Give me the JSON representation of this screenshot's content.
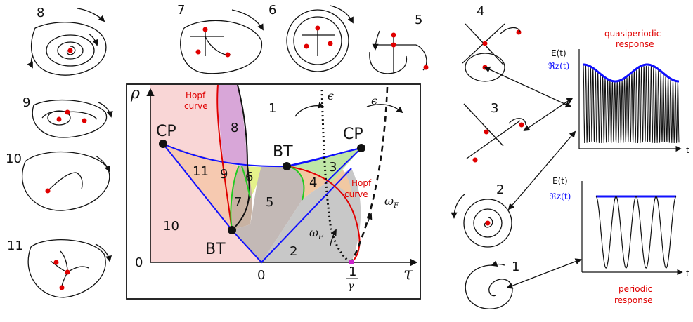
{
  "colors": {
    "region10": "#f9d6d6",
    "region11": "#f6c9b0",
    "region8": "#d8a6d8",
    "region6": "#e5f28a",
    "region7": "#c8b2a2",
    "region5": "#c3b9b6",
    "region2": "#c8c8c8",
    "region3": "#bfe6a6",
    "region4": "#f1c8a2",
    "blue_line": "#1010ff",
    "red_line": "#e00000",
    "green_line": "#22cc22",
    "fixed_point": "#e00000",
    "magenta_point": "#cc22cc"
  },
  "diagram": {
    "y_axis_label": "ρ",
    "x_axis_label": "τ",
    "origin_y_tick": "0",
    "origin_x_tick": "0",
    "gamma_tick_num": "1",
    "gamma_tick_den": "γ",
    "epsilon_label_1": "ϵ",
    "epsilon_label_2": "ϵ",
    "omega_label_1": "ω",
    "omega_sub_1": "F",
    "omega_label_2": "ω",
    "omega_sub_2": "F",
    "cp_left": "CP",
    "cp_right": "CP",
    "bt_top": "BT",
    "bt_bottom": "BT",
    "hopf_left_line1": "Hopf",
    "hopf_left_line2": "curve",
    "hopf_right_line1": "Hopf",
    "hopf_right_line2": "curve",
    "regions": [
      "1",
      "2",
      "3",
      "4",
      "5",
      "6",
      "7",
      "8",
      "9",
      "10",
      "11"
    ]
  },
  "portraits": {
    "labels": [
      "8",
      "7",
      "6",
      "5",
      "9",
      "10",
      "11",
      "4",
      "3",
      "2",
      "1"
    ]
  },
  "responses": {
    "top": {
      "title_line1": "quasiperiodic",
      "title_line2": "response",
      "y_label": "E(t)",
      "envelope_label": "ℜz(t)",
      "x_label": "t"
    },
    "bottom": {
      "title_line1": "periodic",
      "title_line2": "response",
      "y_label": "E(t)",
      "envelope_label": "ℜz(t)",
      "x_label": "t"
    }
  }
}
